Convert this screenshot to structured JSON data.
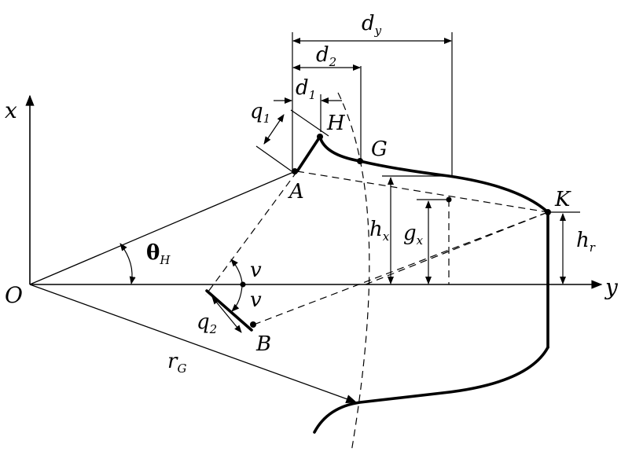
{
  "labels": {
    "x_axis": "x",
    "y_axis": "y",
    "origin": "O",
    "point_h": "H",
    "point_g": "G",
    "point_a": "A",
    "point_k": "K",
    "point_b": "B",
    "theta_main": "θ",
    "theta_sub": "H",
    "dy_main": "d",
    "dy_sub": "y",
    "d2_main": "d",
    "d2_sub": "2",
    "d1_main": "d",
    "d1_sub": "1",
    "q1_main": "q",
    "q1_sub": "1",
    "q2_main": "q",
    "q2_sub": "2",
    "hx_main": "h",
    "hx_sub": "x",
    "gx_main": "g",
    "gx_sub": "x",
    "hr_main": "h",
    "hr_sub": "r",
    "rg_main": "r",
    "rg_sub": "G",
    "v_upper": "v",
    "v_lower": "v"
  }
}
